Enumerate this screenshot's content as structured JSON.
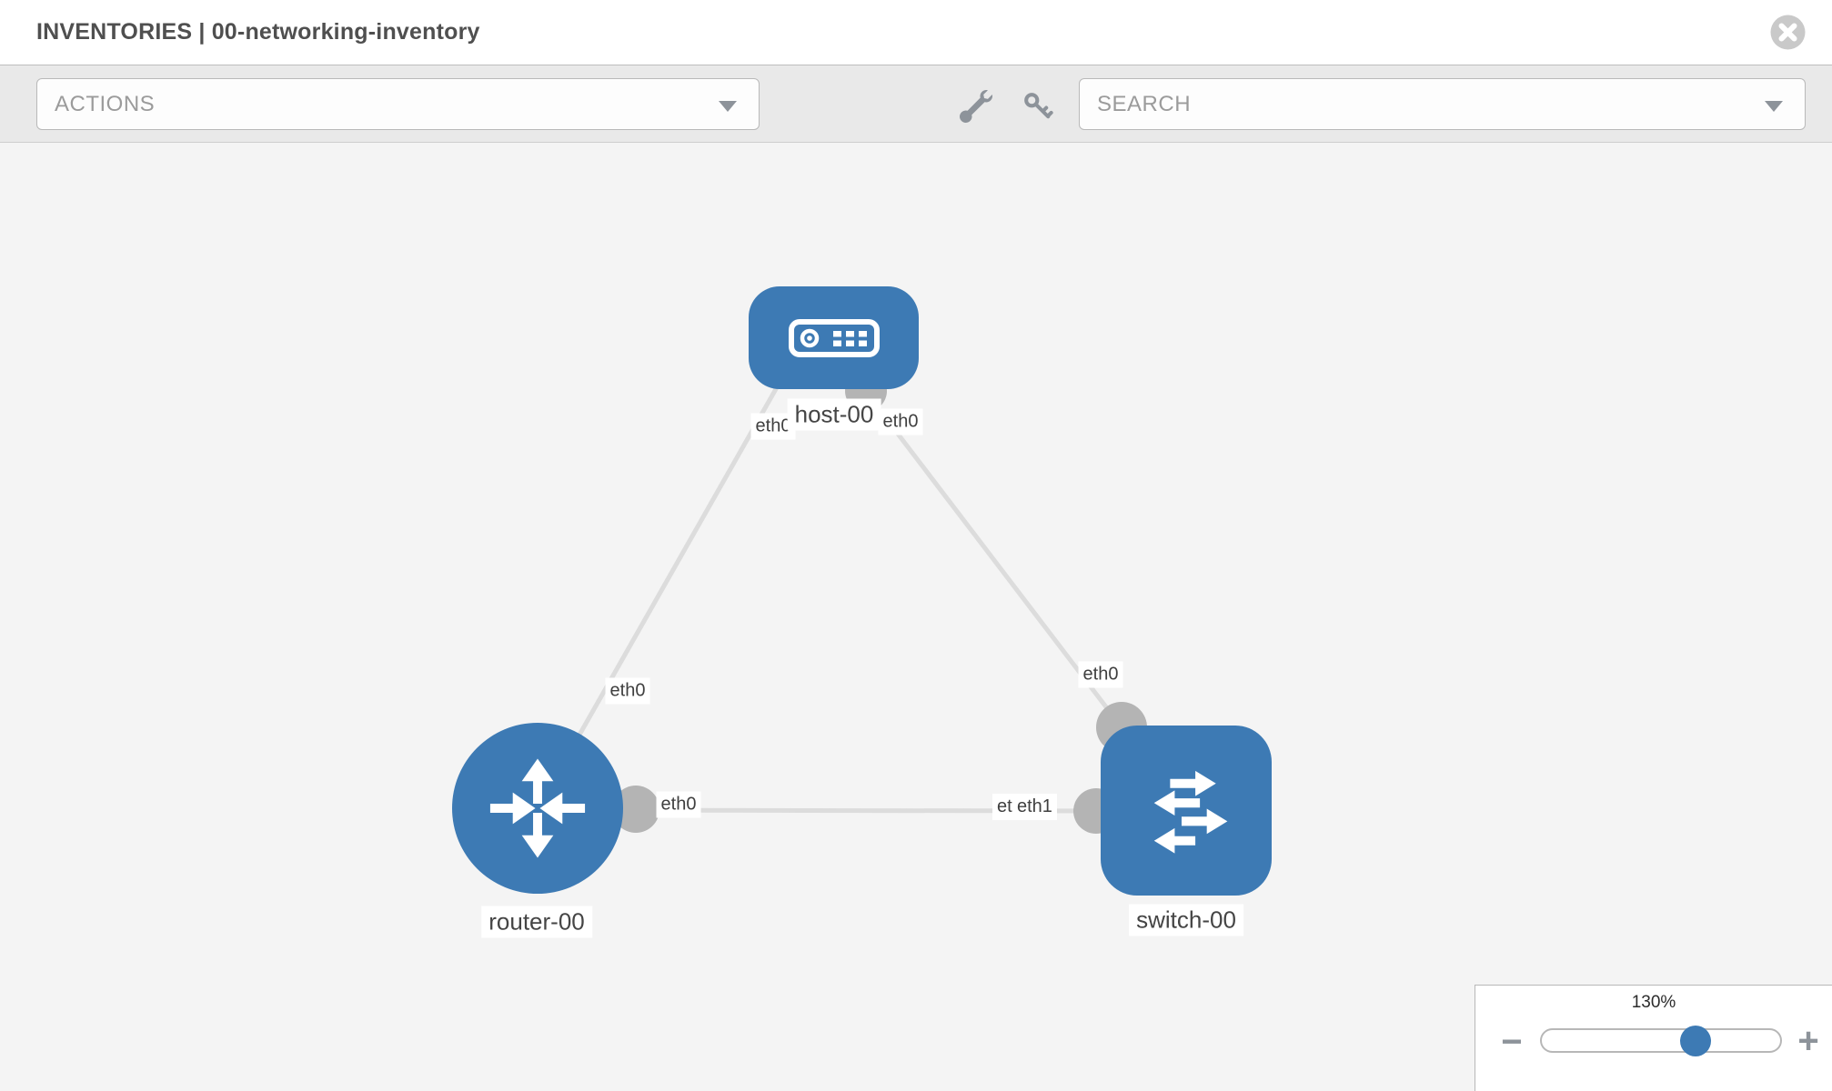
{
  "header": {
    "title": "INVENTORIES | 00-networking-inventory"
  },
  "toolbar": {
    "actions": {
      "label": "ACTIONS"
    },
    "search": {
      "label": "SEARCH"
    },
    "icons": {
      "wrench": "wrench-icon",
      "key": "key-icon",
      "dropdown_chevron": "chevron-down-icon",
      "close": "close-icon"
    }
  },
  "topology": {
    "nodes": [
      {
        "label": "host-00",
        "type": "host"
      },
      {
        "label": "router-00",
        "type": "router"
      },
      {
        "label": "switch-00",
        "type": "switch"
      }
    ],
    "links": [
      {
        "from": "router-00",
        "to": "host-00"
      },
      {
        "from": "host-00",
        "to": "switch-00"
      },
      {
        "from": "router-00",
        "to": "switch-00"
      }
    ],
    "interfaces": {
      "host_left": "eth0",
      "host_right": "eth0",
      "link_router_host": "eth0",
      "link_host_switch": "eth0",
      "router_port": "eth0",
      "switch_port_back": "eth0",
      "switch_port_front": "eth1"
    }
  },
  "zoom": {
    "percent_label": "130%",
    "value": 130,
    "minus": "−",
    "plus": "+"
  },
  "colors": {
    "node_blue": "#3d7ab4",
    "port_gray": "#b4b4b4",
    "link_gray": "#dcdcdc",
    "canvas_bg": "#f4f4f4",
    "toolbar_bg": "#e9e9e9"
  }
}
